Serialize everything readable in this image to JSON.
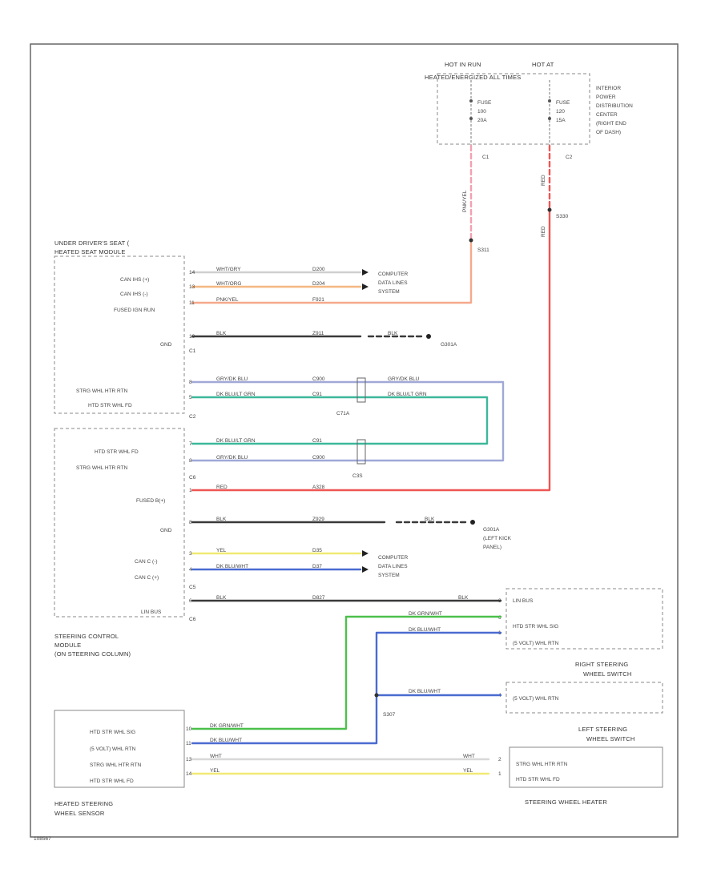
{
  "fuse_block": {
    "hot_in_run": "HOT IN RUN",
    "hot_at": "HOT AT",
    "bus_label": "HEATED/ENERGIZED ALL TIMES",
    "fuse1": [
      "FUSE",
      "100",
      "20A"
    ],
    "fuse2": [
      "FUSE",
      "120",
      "15A"
    ],
    "conn1": "C1",
    "conn2": "C2",
    "location": [
      "INTERIOR",
      "POWER",
      "DISTRIBUTION",
      "CENTER",
      "(RIGHT END",
      "OF DASH)"
    ]
  },
  "splices": {
    "s311": "S311",
    "s330": "S330",
    "s307": "S307"
  },
  "wire_colors": {
    "pnk_yel": "PNK/YEL",
    "red": "RED"
  },
  "seat_module": {
    "title": [
      "UNDER DRIVER'S SEAT (",
      "HEATED SEAT MODULE"
    ],
    "pins": [
      "CAN IHS (+)",
      "CAN IHS (-)",
      "FUSED IGN RUN",
      "GND",
      "STRG WHL HTR RTN",
      "HTD STR WHL FD"
    ],
    "conns": [
      "C1",
      "C2"
    ]
  },
  "seat_wires": [
    {
      "pin": "14",
      "color": "WHT/GRY",
      "circuit": "D200"
    },
    {
      "pin": "13",
      "color": "WHT/ORG",
      "circuit": "D204"
    },
    {
      "pin": "11",
      "color": "PNK/YEL",
      "circuit": "F921"
    },
    {
      "pin": "10",
      "color": "BLK",
      "circuit": "Z911"
    },
    {
      "pin": "8",
      "color": "GRY/DK BLU",
      "circuit": "C900"
    },
    {
      "pin": "5",
      "color": "DK BLU/LT GRN",
      "circuit": "C91"
    }
  ],
  "computer_ref1": [
    "COMPUTER",
    "DATA LINES",
    "SYSTEM"
  ],
  "ground_g301a": "G301A",
  "ground_wire1": "BLK",
  "inline_c1": {
    "label": "C71A",
    "upper": "GRY/DK BLU",
    "lower": "DK BLU/LT GRN"
  },
  "steering_module": {
    "title": [
      "STEERING CONTROL",
      "MODULE",
      "(ON STEERING COLUMN)"
    ],
    "pins": [
      "HTD STR WHL FD",
      "STRG WHL HTR RTN",
      "FUSED B(+)",
      "GND",
      "CAN C (-)",
      "CAN C (+)",
      "LIN BUS"
    ],
    "conns": [
      "C6",
      "C5",
      "C6"
    ]
  },
  "steering_wires": [
    {
      "pin": "7",
      "color": "DK BLU/LT GRN",
      "circuit": "C91"
    },
    {
      "pin": "8",
      "color": "GRY/DK BLU",
      "circuit": "C900"
    },
    {
      "pin": "1",
      "color": "RED",
      "circuit": "A328"
    },
    {
      "pin": "8",
      "color": "BLK",
      "circuit": "Z929"
    },
    {
      "pin": "3",
      "color": "YEL",
      "circuit": "D35"
    },
    {
      "pin": "4",
      "color": "DK BLU/WHT",
      "circuit": "D37"
    },
    {
      "pin": "6",
      "color": "BLK",
      "circuit": "D827"
    }
  ],
  "inline_c2": "C3S",
  "computer_ref2": [
    "COMPUTER",
    "DATA LINES",
    "SYSTEM"
  ],
  "ground_g301b": [
    "G301A",
    "(LEFT KICK",
    "PANEL)"
  ],
  "ground_wire2": "BLK",
  "right_switch": {
    "title": [
      "RIGHT STEERING",
      "WHEEL SWITCH"
    ],
    "pins": [
      "LIN BUS",
      "HTD STR WHL SIG",
      "(5 VOLT) WHL RTN"
    ],
    "pin_nums": [
      "3",
      "6",
      "1"
    ],
    "wires": [
      "BLK",
      "DK GRN/WHT",
      "DK BLU/WHT"
    ]
  },
  "left_switch": {
    "title": [
      "LEFT STEERING",
      "WHEEL SWITCH"
    ],
    "pins": [
      "(5 VOLT) WHL RTN"
    ],
    "pin_nums": [
      "4"
    ],
    "wire": "DK BLU/WHT"
  },
  "wheel_sensor": {
    "title": [
      "HEATED STEERING",
      "WHEEL SENSOR"
    ],
    "pins": [
      "HTD STR WHL SIG",
      "(5 VOLT) WHL RTN",
      "STRG WHL HTR RTN",
      "HTD STR WHL FD"
    ],
    "pin_nums": [
      "10",
      "11",
      "13",
      "14"
    ],
    "wires": [
      "DK GRN/WHT",
      "DK BLU/WHT",
      "WHT",
      "YEL"
    ]
  },
  "heater": {
    "title": "STEERING WHEEL HEATER",
    "pins": [
      "STRG WHL HTR RTN",
      "HTD STR WHL FD"
    ],
    "pin_nums": [
      "2",
      "1"
    ],
    "wires": [
      "WHT",
      "YEL"
    ]
  },
  "footer_code": "108567",
  "colors": {
    "pnk_yel": "#f5a98c",
    "red": "#ef5555",
    "blk": "#3a3a3a",
    "gry_blu": "#a0a8d8",
    "blu_grn": "#3cb89a",
    "yel": "#f0ea74",
    "dk_blu": "#4a6bd0",
    "grn": "#4cc04c",
    "wht": "#d8d8d8"
  }
}
